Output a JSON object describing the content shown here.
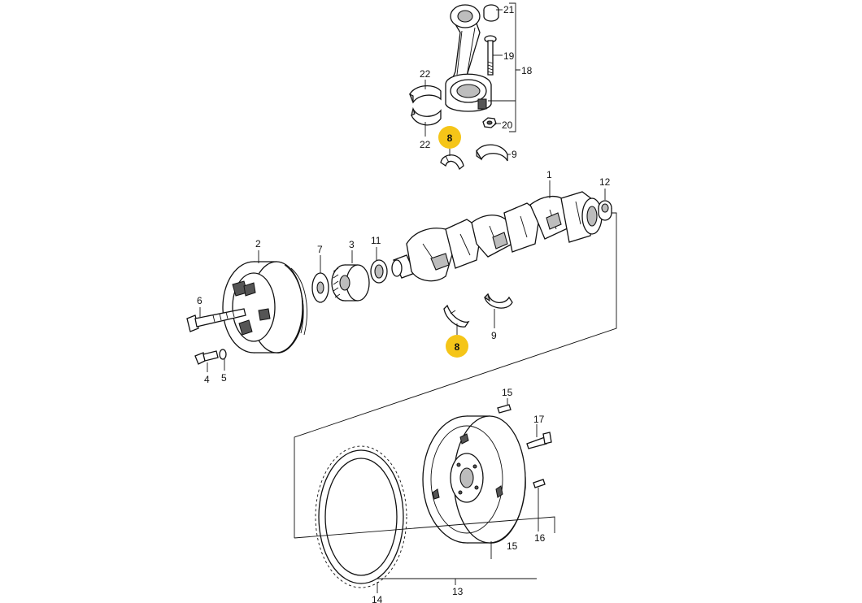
{
  "callouts": {
    "c1": "1",
    "c2": "2",
    "c3": "3",
    "c4": "4",
    "c5": "5",
    "c6": "6",
    "c7": "7",
    "c8_top": "8",
    "c8_bottom": "8",
    "c9_top": "9",
    "c9_bottom": "9",
    "c11": "11",
    "c12": "12",
    "c13": "13",
    "c14": "14",
    "c15_top": "15",
    "c15_bottom": "15",
    "c16": "16",
    "c17": "17",
    "c18": "18",
    "c19": "19",
    "c20": "20",
    "c21": "21",
    "c22_top": "22",
    "c22_bottom": "22"
  },
  "highlight": {
    "part": "8",
    "color": "#f5c518"
  }
}
